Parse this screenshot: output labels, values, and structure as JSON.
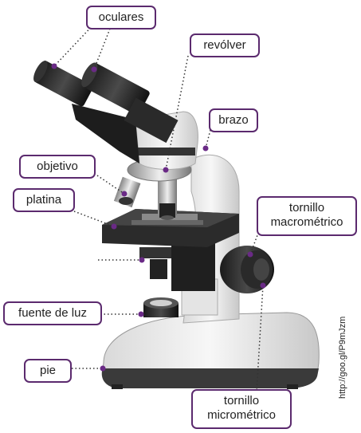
{
  "labels": {
    "oculares": "oculares",
    "revolver": "revólver",
    "brazo": "brazo",
    "objetivo": "objetivo",
    "platina": "platina",
    "tornillo_macro": "tornillo macrométrico",
    "fuente": "fuente de luz",
    "pie": "pie",
    "tornillo_micro": "tornillo micrométrico"
  },
  "url": "http://goo.gl/P9mJzm",
  "colors": {
    "label_border": "#5b2a6e",
    "leader_dot": "#6a2a86",
    "leader_line": "#333333"
  }
}
